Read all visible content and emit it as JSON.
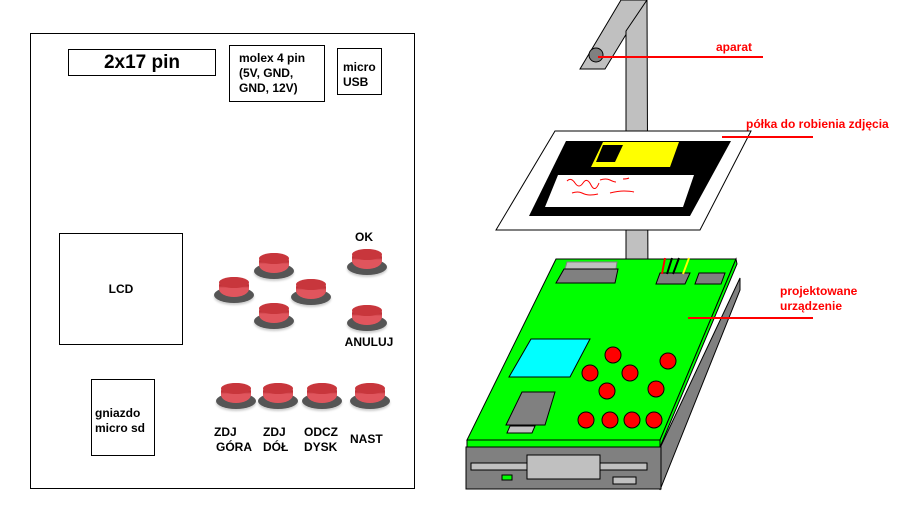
{
  "panel": {
    "connector_2x17": "2x17 pin",
    "molex": [
      "molex 4 pin",
      "(5V, GND,",
      "GND, 12V)"
    ],
    "micro_usb": [
      "micro",
      "USB"
    ],
    "lcd": "LCD",
    "sd_socket": [
      "gniazdo",
      "micro sd"
    ],
    "buttons": {
      "ok": "OK",
      "cancel": "ANULUJ",
      "photo_up": [
        "ZDJ",
        "GÓRA"
      ],
      "photo_down": [
        "ZDJ",
        "DÓŁ"
      ],
      "read_disk": [
        "ODCZ",
        "DYSK"
      ],
      "next": "NAST"
    }
  },
  "illustration": {
    "labels": {
      "camera": "aparat",
      "shelf": "półka do robienia zdjęcia",
      "device": [
        "projektowane",
        "urządzenie"
      ]
    },
    "colors": {
      "pcb": "#00ff00",
      "lcd": "#00ffff",
      "button": "#ff0000",
      "callout": "#ff0000",
      "drive": "#808080",
      "floppy_shutter": "#ffff00"
    }
  }
}
